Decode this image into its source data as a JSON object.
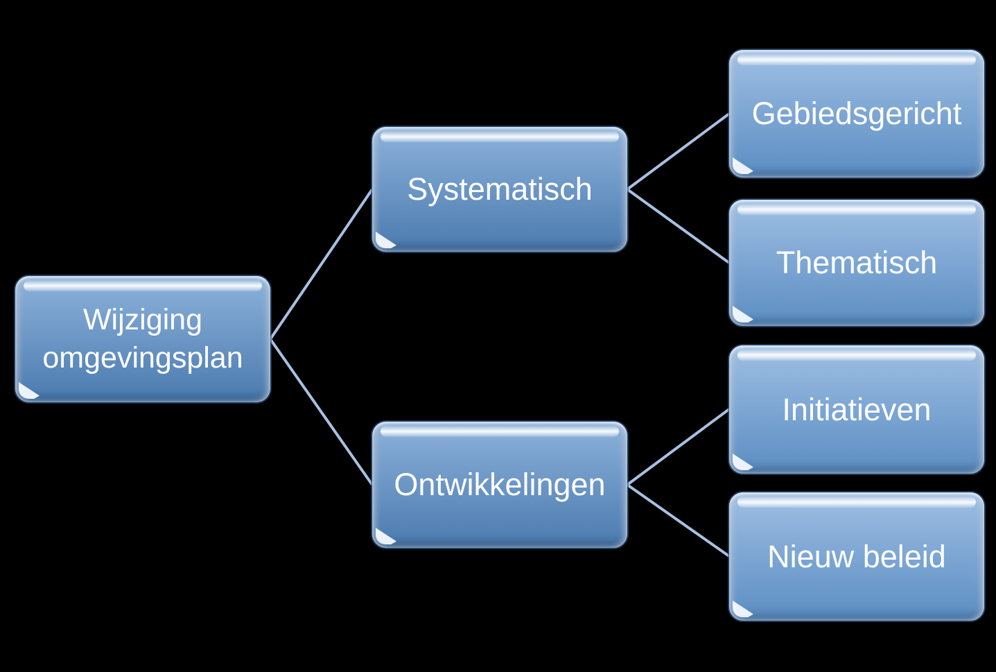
{
  "diagram": {
    "type": "hierarchy",
    "colors": {
      "background": "#000000",
      "connector": "#a7c1e2",
      "branch_top": "#8db2db",
      "branch_bottom": "#4a7aae",
      "leaf_top": "#9fbfe4",
      "leaf_bottom": "#5b8dc2",
      "text": "#ffffff"
    },
    "nodes": [
      {
        "id": "wijziging-omgevingsplan",
        "label": "Wijziging omgevingsplan",
        "level": "root"
      },
      {
        "id": "systematisch",
        "label": "Systematisch",
        "level": "branch"
      },
      {
        "id": "ontwikkelingen",
        "label": "Ontwikkelingen",
        "level": "branch"
      },
      {
        "id": "gebiedsgericht",
        "label": "Gebiedsgericht",
        "level": "leaf"
      },
      {
        "id": "thematisch",
        "label": "Thematisch",
        "level": "leaf"
      },
      {
        "id": "initiatieven",
        "label": "Initiatieven",
        "level": "leaf"
      },
      {
        "id": "nieuw-beleid",
        "label": "Nieuw beleid",
        "level": "leaf"
      }
    ],
    "edges": [
      {
        "from": "Wijziging omgevingsplan",
        "to": "Systematisch"
      },
      {
        "from": "Wijziging omgevingsplan",
        "to": "Ontwikkelingen"
      },
      {
        "from": "Systematisch",
        "to": "Gebiedsgericht"
      },
      {
        "from": "Systematisch",
        "to": "Thematisch"
      },
      {
        "from": "Ontwikkelingen",
        "to": "Initiatieven"
      },
      {
        "from": "Ontwikkelingen",
        "to": "Nieuw beleid"
      }
    ]
  }
}
